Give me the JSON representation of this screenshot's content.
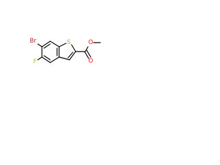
{
  "molecule": {
    "atoms": {
      "bromine": {
        "label": "Br",
        "color": "#a52a2a"
      },
      "fluorine": {
        "label": "F",
        "color": "#9acd32"
      },
      "sulfur": {
        "label": "S",
        "color": "#c8a400"
      },
      "carbonyl_oxygen": {
        "label": "O",
        "color": "#ff0000"
      },
      "ester_oxygen": {
        "label": "O",
        "color": "#ff0000"
      }
    }
  }
}
